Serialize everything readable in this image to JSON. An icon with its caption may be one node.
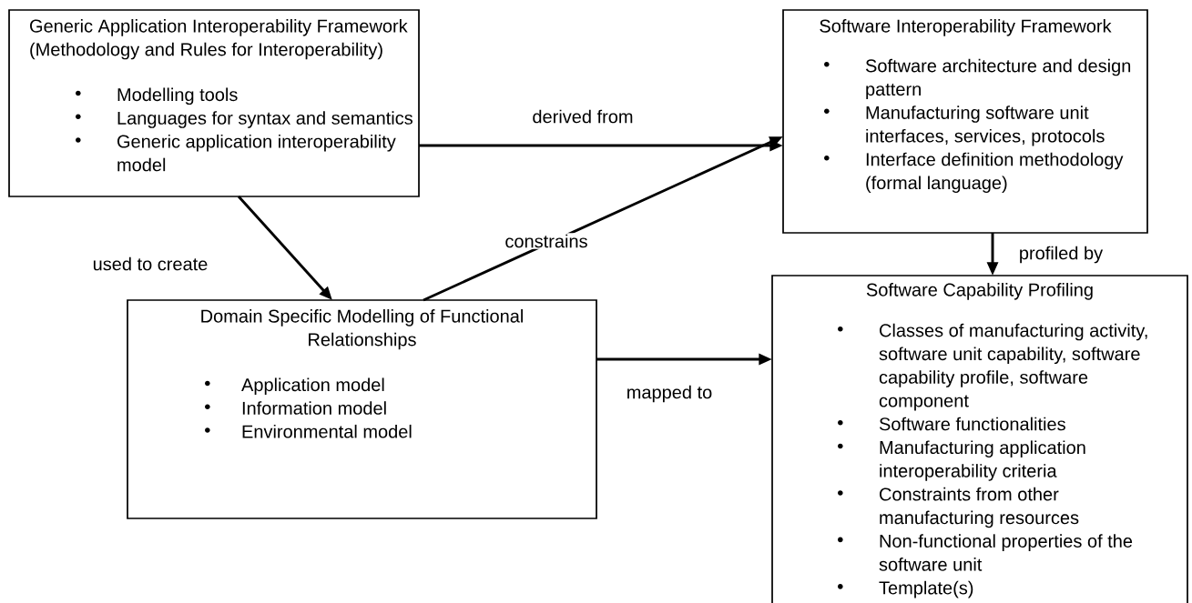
{
  "diagram": {
    "nodes": [
      {
        "text": [
          "Generic Application Interoperability Framework (Methodology and Rules for Interoperability)",
          "Modelling tools",
          "Languages for syntax and semantics",
          "Generic application interoperability model"
        ]
      },
      {
        "text": [
          "Software Interoperability Framework",
          "Software architecture and design pattern",
          "Manufacturing software unit interfaces, services, protocols",
          "Interface definition methodology (formal language)"
        ]
      },
      {
        "text": [
          "Domain Specific Modelling of Functional Relationships",
          "Application model",
          "Information model",
          "Environmental model"
        ]
      },
      {
        "text": [
          "Software Capability Profiling",
          "Classes of manufacturing activity, software unit capability, software capability profile, software component",
          "Software functionalities",
          "Manufacturing application interoperability criteria",
          "Constraints from other manufacturing resources",
          "Non-functional properties of the software unit",
          "Template(s)"
        ]
      }
    ],
    "edges": [
      {
        "from": 0,
        "to": 1,
        "arrow": "to",
        "label": "derived from"
      },
      {
        "from": 0,
        "to": 2,
        "arrow": "to",
        "label": "used to create"
      },
      {
        "from": 2,
        "to": 1,
        "arrow": "to",
        "label": "constrains"
      },
      {
        "from": 1,
        "to": 3,
        "arrow": "to",
        "label": "profiled by"
      },
      {
        "from": 2,
        "to": 3,
        "arrow": "to",
        "label": "mapped to"
      }
    ]
  }
}
